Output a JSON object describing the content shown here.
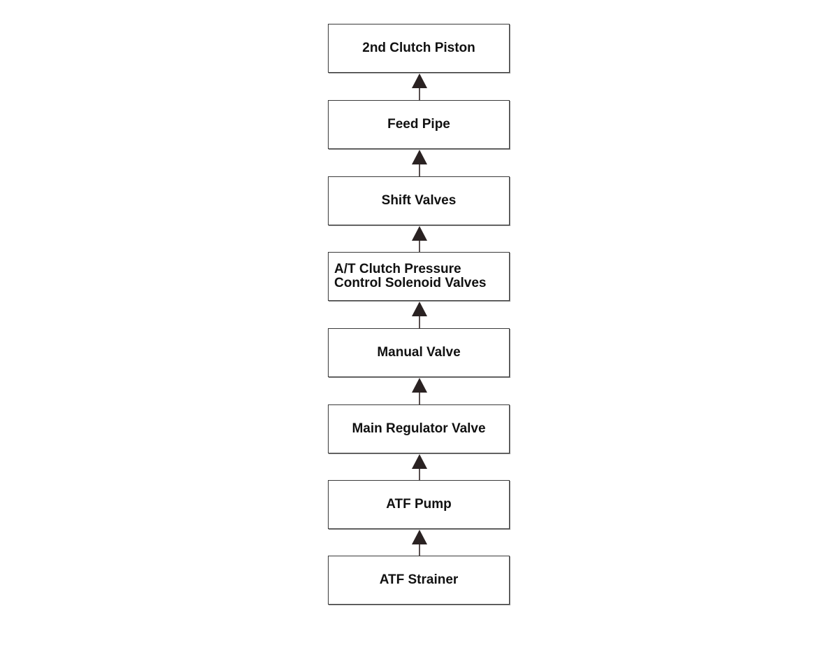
{
  "diagram": {
    "direction": "bottom-to-top",
    "nodes": [
      {
        "id": "n1",
        "label": "2nd Clutch Piston"
      },
      {
        "id": "n2",
        "label": "Feed Pipe"
      },
      {
        "id": "n3",
        "label": "Shift Valves"
      },
      {
        "id": "n4",
        "label": "A/T Clutch Pressure\nControl Solenoid Valves"
      },
      {
        "id": "n5",
        "label": "Manual Valve"
      },
      {
        "id": "n6",
        "label": "Main Regulator Valve"
      },
      {
        "id": "n7",
        "label": "ATF Pump"
      },
      {
        "id": "n8",
        "label": "ATF Strainer"
      }
    ],
    "edges": [
      {
        "from": "ATF Strainer",
        "to": "ATF Pump"
      },
      {
        "from": "ATF Pump",
        "to": "Main Regulator Valve"
      },
      {
        "from": "Main Regulator Valve",
        "to": "Manual Valve"
      },
      {
        "from": "Manual Valve",
        "to": "A/T Clutch Pressure Control Solenoid Valves"
      },
      {
        "from": "A/T Clutch Pressure Control Solenoid Valves",
        "to": "Shift Valves"
      },
      {
        "from": "Shift Valves",
        "to": "Feed Pipe"
      },
      {
        "from": "Feed Pipe",
        "to": "2nd Clutch Piston"
      }
    ],
    "colors": {
      "box_border": "#3a3a3a",
      "arrow": "#2a2222",
      "text": "#111111"
    }
  }
}
